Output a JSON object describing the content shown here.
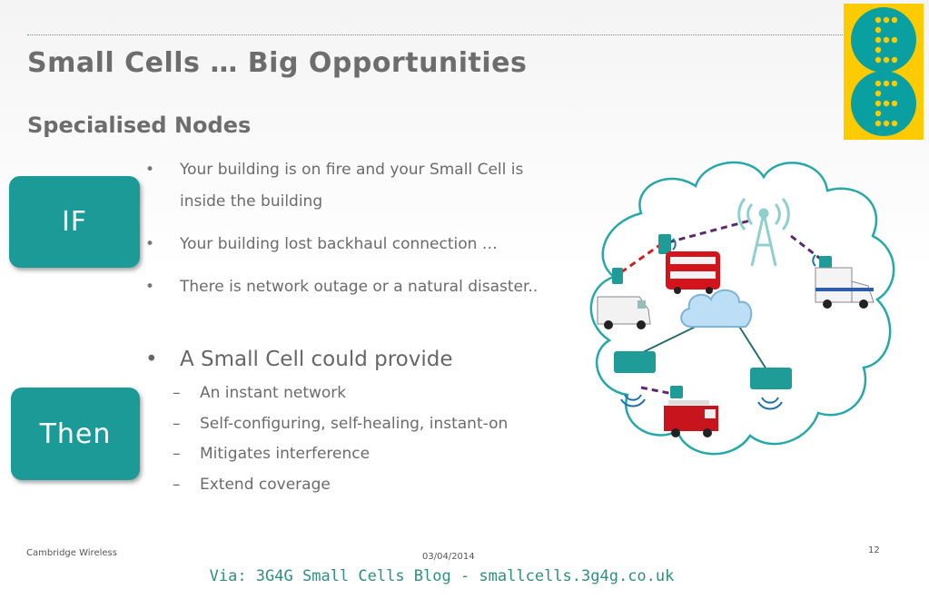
{
  "slide": {
    "title": "Small Cells … Big Opportunities",
    "subtitle": "Specialised Nodes"
  },
  "if_box": {
    "label": "IF"
  },
  "then_box": {
    "label": "Then"
  },
  "if_bullets": [
    {
      "mark": "•",
      "text": "Your building is on fire and your Small Cell is inside the building"
    },
    {
      "mark": "•",
      "text": "Your building lost backhaul connection …"
    },
    {
      "mark": "•",
      "text": "There is network outage or a natural disaster.."
    }
  ],
  "then_lead": {
    "mark": "•",
    "text": "A Small Cell could provide"
  },
  "then_items": [
    {
      "mark": "–",
      "text": "An instant network"
    },
    {
      "mark": "–",
      "text": "Self-configuring, self-healing, instant-on"
    },
    {
      "mark": "–",
      "text": "Mitigates interference"
    },
    {
      "mark": "–",
      "text": "Extend coverage"
    }
  ],
  "footer": {
    "organisation": "Cambridge Wireless",
    "date": "03/04/2014",
    "page": "12"
  },
  "via": "Via: 3G4G Small Cells Blog - smallcells.3g4g.co.uk",
  "logo": {
    "colors": {
      "background": "#fecb00",
      "circle": "#0aa0a1",
      "dots": "#fecb00"
    }
  },
  "colors": {
    "accent": "#1c9a98",
    "title": "#6d6d6d",
    "via_text": "#2f8f80",
    "cloud_outline": "#26a8a8",
    "node": "#1f9b98",
    "link": "#5a2a6e"
  }
}
